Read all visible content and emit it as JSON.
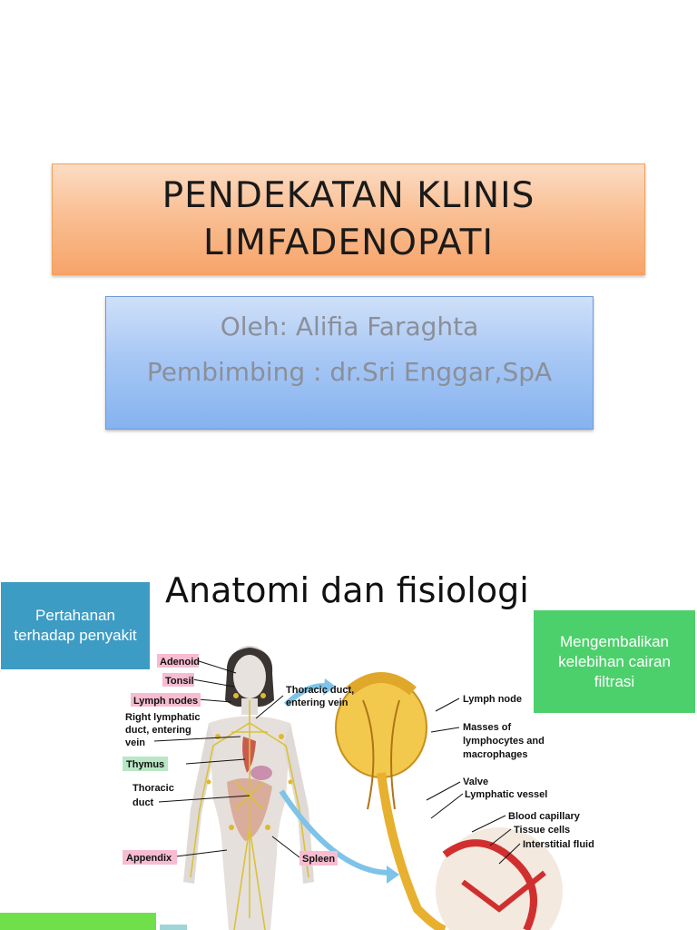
{
  "slide1": {
    "title_lines": [
      "PENDEKATAN KLINIS",
      "LIMFADENOPATI"
    ],
    "subtitle_lines": [
      "Oleh: Alifia Faraghta",
      "Pembimbing : dr.Sri Enggar,SpA"
    ],
    "colors": {
      "title_box": "#f9bf93",
      "subtitle_box": "#a8c8f5",
      "subtitle_text": "#8b8f99"
    }
  },
  "slide2": {
    "title": "Anatomi dan fisiologi",
    "left_box": "Pertahanan terhadap penyakit",
    "right_box": "Mengembalikan kelebihan cairan filtrasi",
    "colors": {
      "left_box": "#3d9cc4",
      "right_box": "#4cd06c",
      "bottom_left_box": "#6fe04a"
    },
    "figure_labels": {
      "adenoid": "Adenoid",
      "tonsil": "Tonsil",
      "lymph_nodes": "Lymph nodes",
      "right_lymphatic_duct": [
        "Right lymphatic",
        "duct, entering",
        "vein"
      ],
      "thymus": "Thymus",
      "thoracic_duct": [
        "Thoracic",
        "duct"
      ],
      "appendix": "Appendix",
      "thoracic_duct_entering": [
        "Thoracic duct,",
        "entering vein"
      ],
      "spleen": "Spleen",
      "lymph_node": "Lymph node",
      "masses": [
        "Masses of",
        "lymphocytes and",
        "macrophages"
      ],
      "valve": "Valve",
      "lymphatic_vessel": "Lymphatic vessel",
      "blood_capillary": "Blood capillary",
      "tissue_cells": "Tissue cells",
      "interstitial_fluid": "Interstitial fluid"
    }
  }
}
